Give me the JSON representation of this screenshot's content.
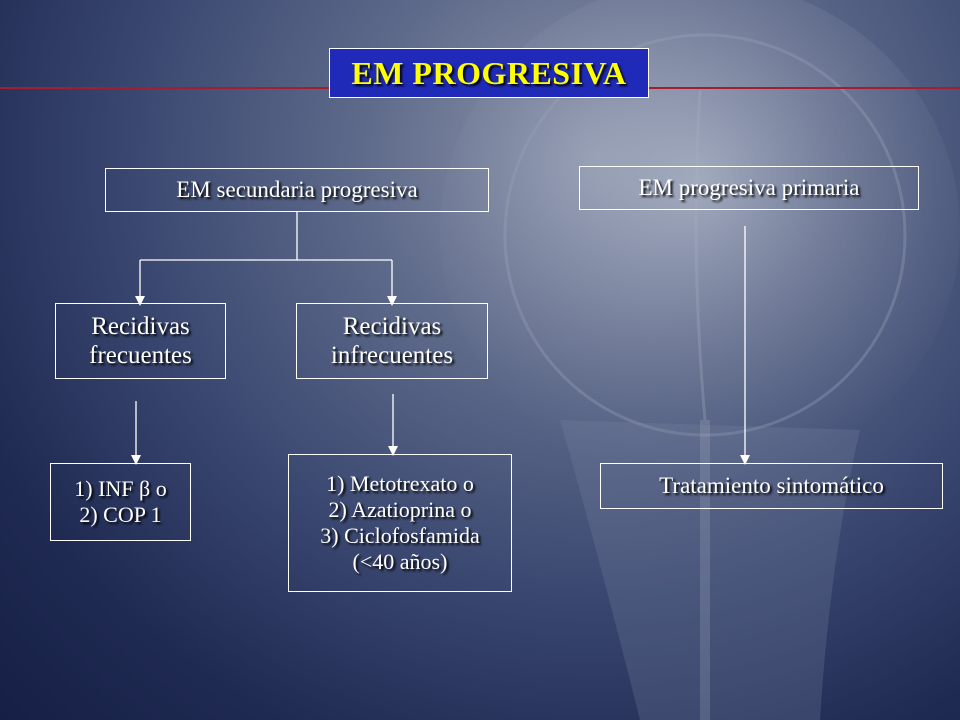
{
  "slide": {
    "title": "EM  PROGRESIVA",
    "left_branch": {
      "header": "EM secundaria progresiva",
      "sub_frequent": "Recidivas\nfrecuentes",
      "sub_infrequent": "Recidivas\ninfrecuentes",
      "treatment_frequent": "1) INF β o\n2) COP 1",
      "treatment_infrequent": "1) Metotrexato o\n2) Azatioprina o\n3) Ciclofosfamida\n(<40 años)"
    },
    "right_branch": {
      "header": "EM progresiva primaria",
      "treatment": "Tratamiento sintomático"
    }
  },
  "colors": {
    "title_fill": "#1f2bb8",
    "title_text": "#ffff00",
    "box_text": "#ffffff",
    "rule": "#a31e2e"
  }
}
